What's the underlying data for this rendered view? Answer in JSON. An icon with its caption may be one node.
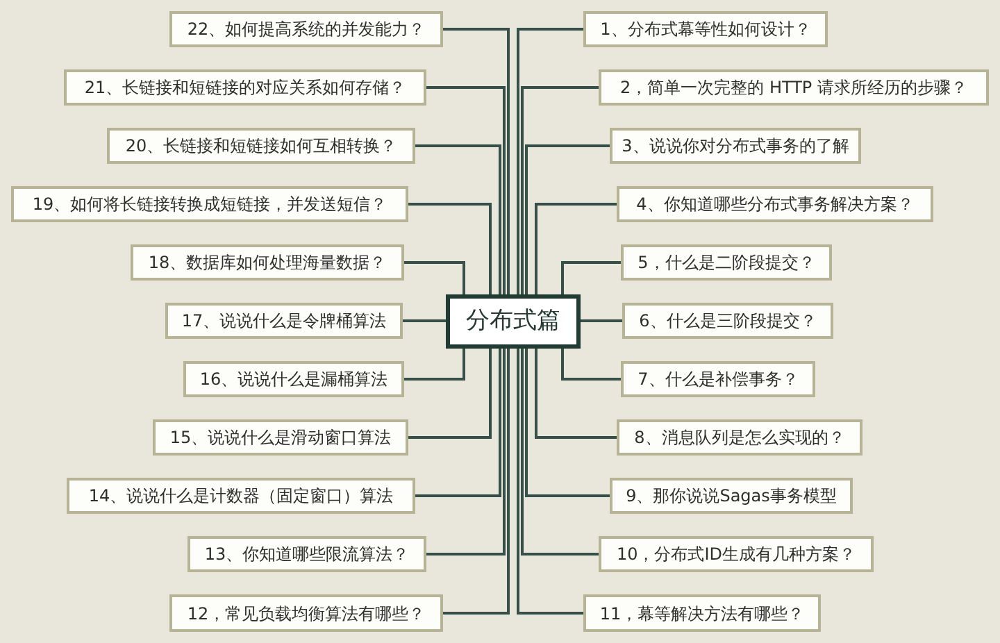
{
  "diagram": {
    "nodes": [
      {
        "text": [
          "分布式篇"
        ]
      },
      {
        "text": [
          "1、分布式幕等性如何设计？"
        ]
      },
      {
        "text": [
          "2，简单一次完整的 HTTP 请求所经历的步骤？"
        ]
      },
      {
        "text": [
          "3、说说你对分布式事务的了解"
        ]
      },
      {
        "text": [
          "4、你知道哪些分布式事务解决方案？"
        ]
      },
      {
        "text": [
          "5，什么是二阶段提交？"
        ]
      },
      {
        "text": [
          "6、什么是三阶段提交？"
        ]
      },
      {
        "text": [
          "7、什么是补偿事务？"
        ]
      },
      {
        "text": [
          "8、消息队列是怎么实现的？"
        ]
      },
      {
        "text": [
          "9、那你说说Sagas事务模型"
        ]
      },
      {
        "text": [
          "10，分布式ID生成有几种方案？"
        ]
      },
      {
        "text": [
          "11，幕等解决方法有哪些？"
        ]
      },
      {
        "text": [
          "12，常见负载均衡算法有哪些？"
        ]
      },
      {
        "text": [
          "13、你知道哪些限流算法？"
        ]
      },
      {
        "text": [
          "14、说说什么是计数器（固定窗口）算法"
        ]
      },
      {
        "text": [
          "15、说说什么是滑动窗口算法"
        ]
      },
      {
        "text": [
          "16、说说什么是漏桶算法"
        ]
      },
      {
        "text": [
          "17、说说什么是令牌桶算法"
        ]
      },
      {
        "text": [
          "18、数据库如何处理海量数据？"
        ]
      },
      {
        "text": [
          "19、如何将长链接转换成短链接，并发送短信？"
        ]
      },
      {
        "text": [
          "20、长链接和短链接如何互相转换？"
        ]
      },
      {
        "text": [
          "21、长链接和短链接的对应关系如何存储？"
        ]
      },
      {
        "text": [
          "22、如何提高系统的并发能力？"
        ]
      }
    ],
    "edges": [
      {
        "from": 0,
        "to": 1,
        "arrow": "none"
      },
      {
        "from": 0,
        "to": 2,
        "arrow": "none"
      },
      {
        "from": 0,
        "to": 3,
        "arrow": "none"
      },
      {
        "from": 0,
        "to": 4,
        "arrow": "none"
      },
      {
        "from": 0,
        "to": 5,
        "arrow": "none"
      },
      {
        "from": 0,
        "to": 6,
        "arrow": "none"
      },
      {
        "from": 0,
        "to": 7,
        "arrow": "none"
      },
      {
        "from": 0,
        "to": 8,
        "arrow": "none"
      },
      {
        "from": 0,
        "to": 9,
        "arrow": "none"
      },
      {
        "from": 0,
        "to": 10,
        "arrow": "none"
      },
      {
        "from": 0,
        "to": 11,
        "arrow": "none"
      },
      {
        "from": 0,
        "to": 12,
        "arrow": "none"
      },
      {
        "from": 0,
        "to": 13,
        "arrow": "none"
      },
      {
        "from": 0,
        "to": 14,
        "arrow": "none"
      },
      {
        "from": 0,
        "to": 15,
        "arrow": "none"
      },
      {
        "from": 0,
        "to": 16,
        "arrow": "none"
      },
      {
        "from": 0,
        "to": 17,
        "arrow": "none"
      },
      {
        "from": 0,
        "to": 18,
        "arrow": "none"
      },
      {
        "from": 0,
        "to": 19,
        "arrow": "none"
      },
      {
        "from": 0,
        "to": 20,
        "arrow": "none"
      },
      {
        "from": 0,
        "to": 21,
        "arrow": "none"
      },
      {
        "from": 0,
        "to": 22,
        "arrow": "none"
      }
    ]
  }
}
